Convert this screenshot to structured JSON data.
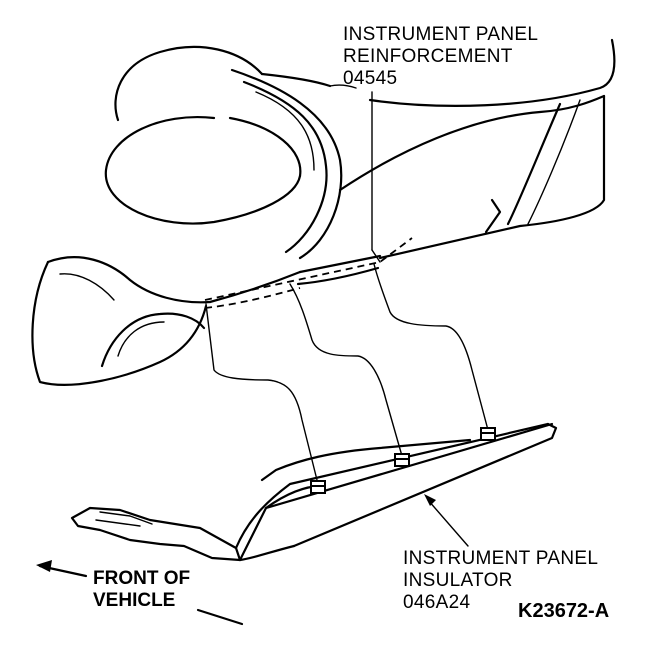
{
  "labels": {
    "reinforcement": {
      "line1": "INSTRUMENT PANEL",
      "line2": "REINFORCEMENT",
      "line3": "04545"
    },
    "insulator": {
      "line1": "INSTRUMENT PANEL",
      "line2": "INSULATOR",
      "line3": "046A24"
    },
    "front": {
      "line1": "FRONT OF",
      "line2": "VEHICLE"
    },
    "figure_id": "K23672-A"
  }
}
